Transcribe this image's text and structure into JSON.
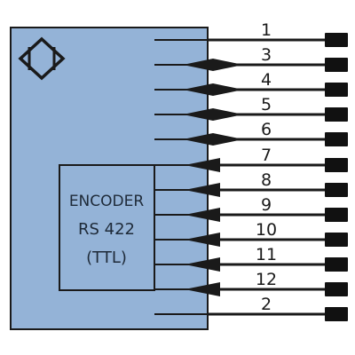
{
  "encoder": {
    "line1": "ENCODER",
    "line2": "RS 422",
    "line3": "(TTL)"
  },
  "pins": [
    {
      "label": "1",
      "type": "plain"
    },
    {
      "label": "3",
      "type": "bidirectional"
    },
    {
      "label": "4",
      "type": "bidirectional"
    },
    {
      "label": "5",
      "type": "bidirectional"
    },
    {
      "label": "6",
      "type": "bidirectional"
    },
    {
      "label": "7",
      "type": "output"
    },
    {
      "label": "8",
      "type": "output"
    },
    {
      "label": "9",
      "type": "output"
    },
    {
      "label": "10",
      "type": "output"
    },
    {
      "label": "11",
      "type": "output"
    },
    {
      "label": "12",
      "type": "output"
    },
    {
      "label": "2",
      "type": "plain"
    }
  ],
  "colors": {
    "housing_fill": "#94b3d7",
    "outline": "#1a1a1a",
    "background": "#ffffff"
  },
  "icons": {
    "device_symbol": "diamond-in-square-icon"
  }
}
